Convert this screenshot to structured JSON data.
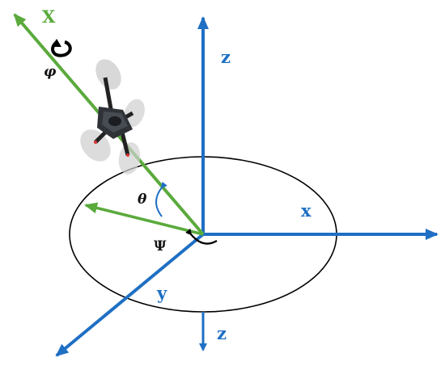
{
  "labels": {
    "z_top": "z",
    "x_right": "x",
    "y_left": "y",
    "z_bottom": "z",
    "x_green": "X",
    "phi": "φ",
    "theta": "θ",
    "psi": "Ψ"
  },
  "colors": {
    "axis_blue": "#1f6fc4",
    "body_green": "#5aaa3c",
    "ellipse": "#000000",
    "angle_blue": "#1f6fc4",
    "angle_black": "#000000"
  },
  "icons": {
    "drone": "quadcopter-drone-icon",
    "roll_arrow": "curved-arrow-icon"
  }
}
